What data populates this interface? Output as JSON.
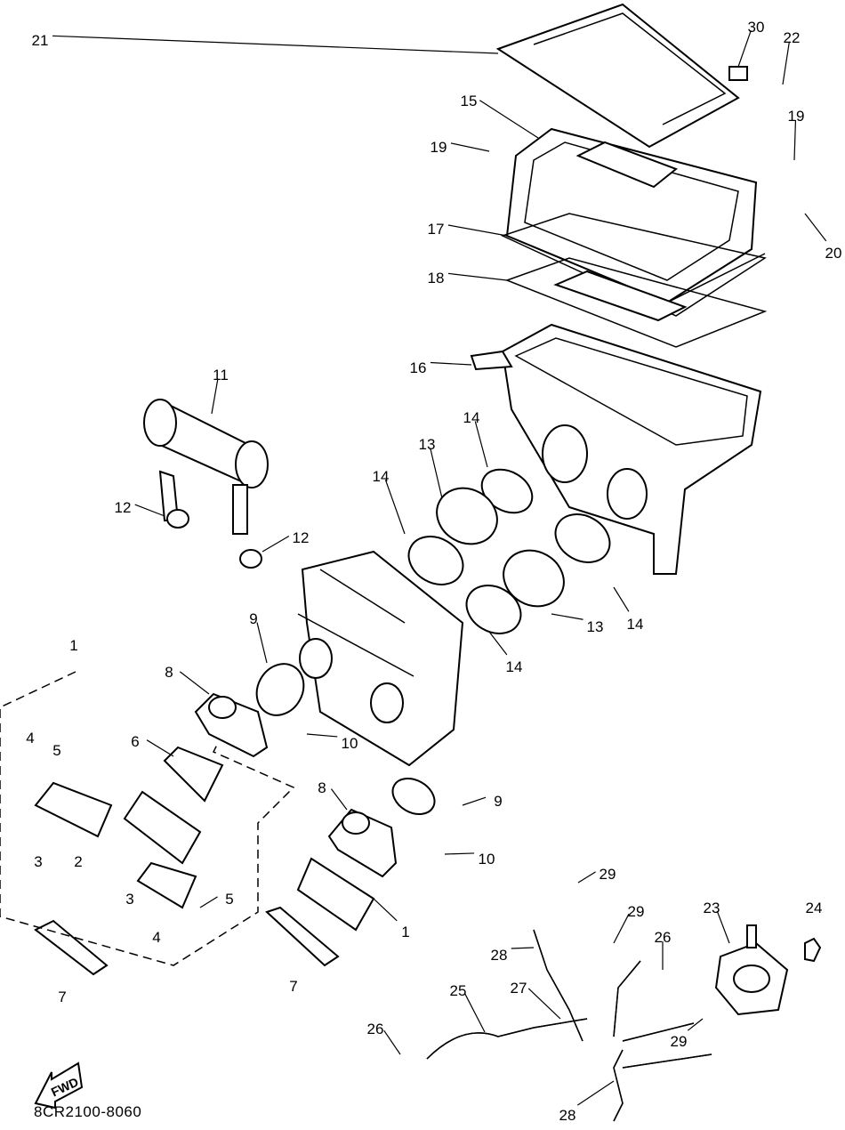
{
  "diagram": {
    "callouts": [
      "21",
      "30",
      "22",
      "15",
      "19",
      "19",
      "20",
      "17",
      "18",
      "16",
      "11",
      "14",
      "13",
      "14",
      "12",
      "12",
      "14",
      "13",
      "14",
      "9",
      "8",
      "1",
      "10",
      "6",
      "4",
      "5",
      "8",
      "9",
      "10",
      "3",
      "2",
      "5",
      "3",
      "4",
      "1",
      "7",
      "7",
      "29",
      "29",
      "28",
      "23",
      "24",
      "26",
      "27",
      "25",
      "29",
      "26",
      "28"
    ],
    "fwd_label": "FWD",
    "drawing_code": "8CR2100-8060",
    "line_color": "#000000",
    "background": "#ffffff"
  }
}
